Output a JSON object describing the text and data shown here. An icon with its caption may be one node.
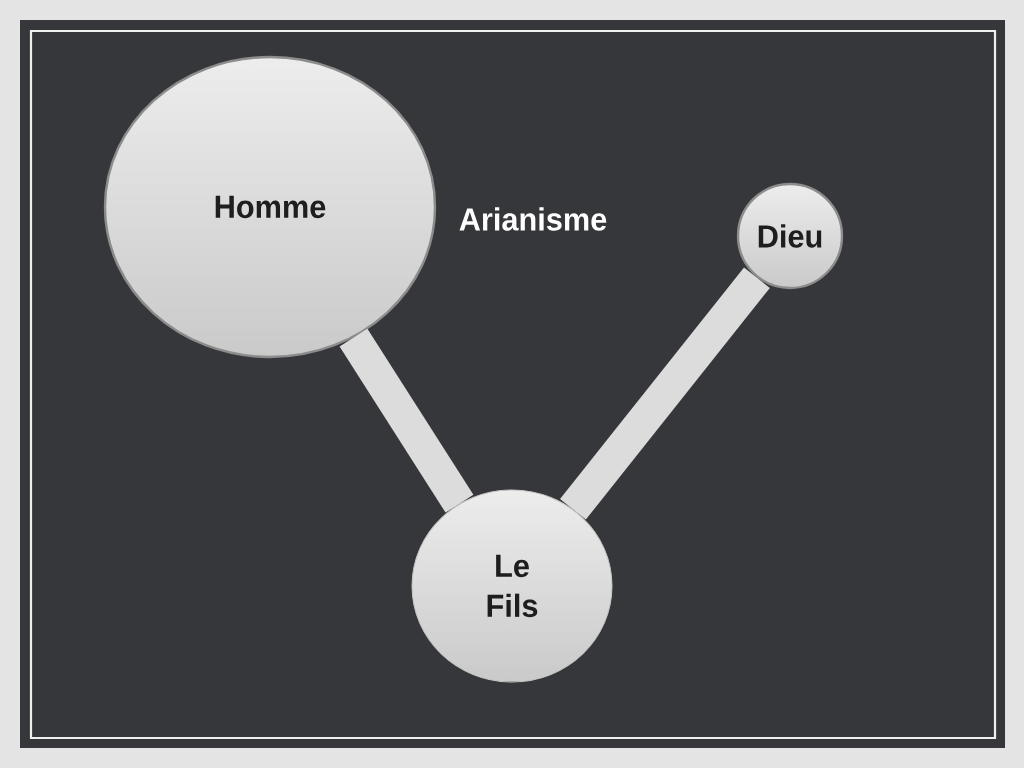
{
  "diagram": {
    "title": "Arianisme",
    "nodes": [
      {
        "text": [
          "Homme"
        ]
      },
      {
        "text": [
          "Dieu"
        ]
      },
      {
        "text": [
          "Le Fils"
        ]
      }
    ],
    "edges": [
      {
        "from": 0,
        "to": 2,
        "arrow": "none"
      },
      {
        "from": 1,
        "to": 2,
        "arrow": "none"
      }
    ]
  }
}
